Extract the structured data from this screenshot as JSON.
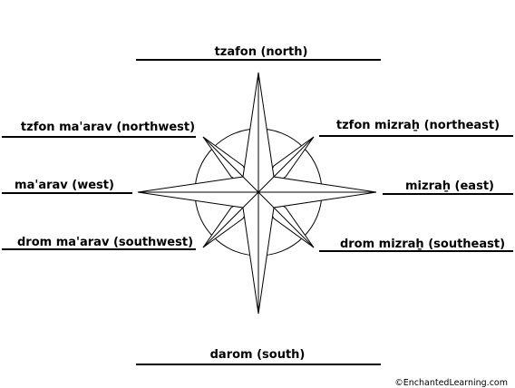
{
  "labels": {
    "north": "tzafon (north)",
    "northeast": "tzfon mizraẖ (northeast)",
    "east": "mizraẖ (east)",
    "southeast": "drom mizraẖ (southeast)",
    "south": "darom (south)",
    "southwest": "drom ma'arav (southwest)",
    "west": "ma'arav (west)",
    "northwest": "tzfon ma'arav (northwest)"
  },
  "credit": "©EnchantedLearning.com"
}
